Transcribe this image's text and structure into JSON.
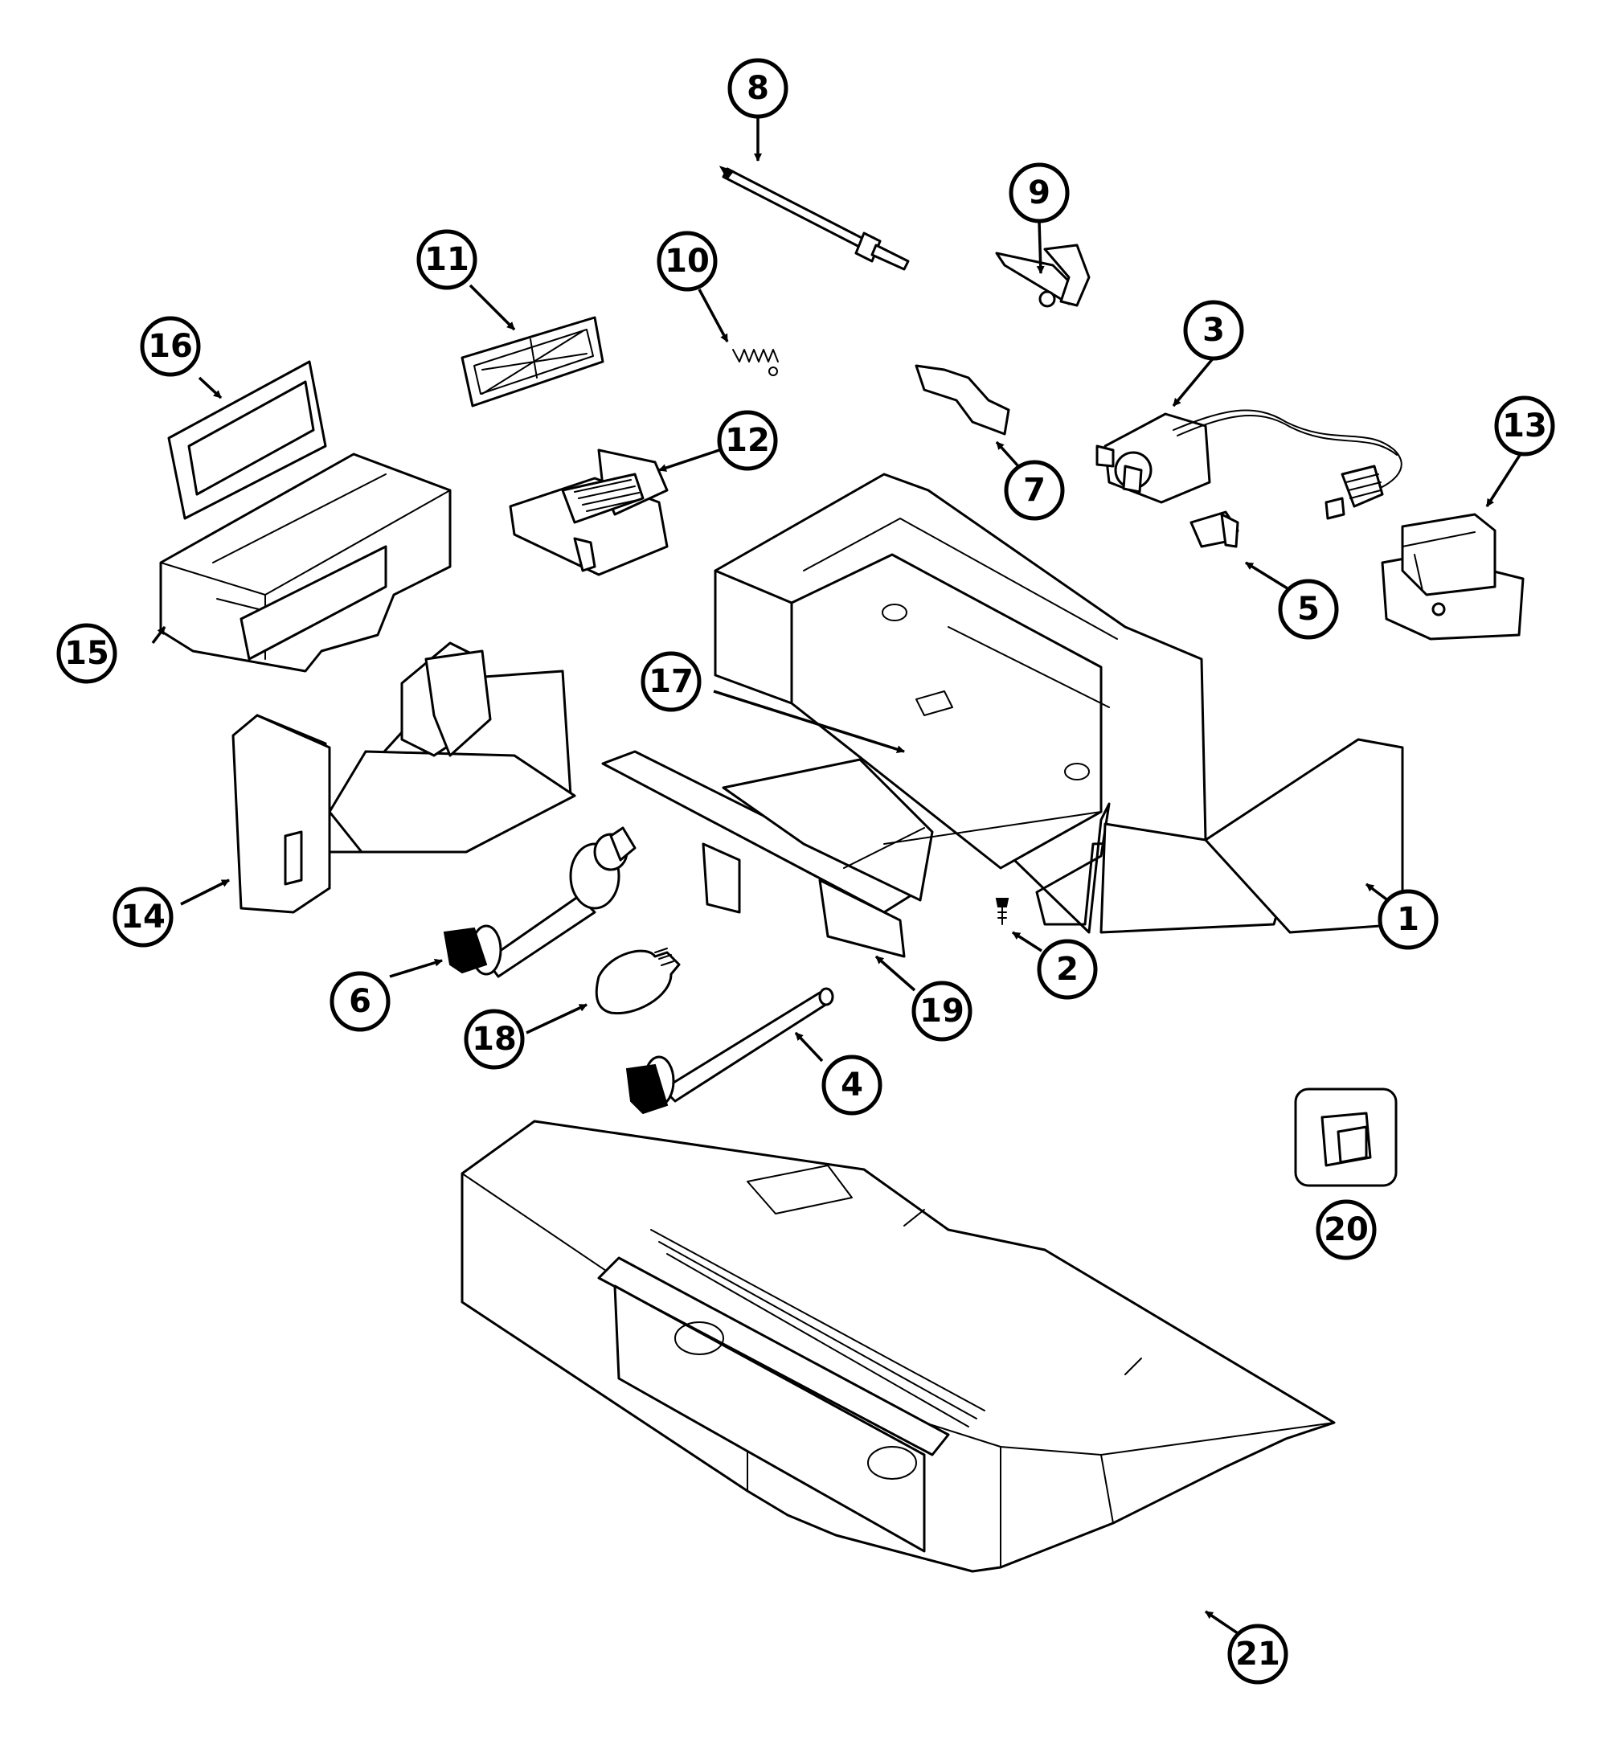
{
  "diagram": {
    "callouts": [
      {
        "id": "c1",
        "label": "1"
      },
      {
        "id": "c2",
        "label": "2"
      },
      {
        "id": "c3",
        "label": "3"
      },
      {
        "id": "c4",
        "label": "4"
      },
      {
        "id": "c5",
        "label": "5"
      },
      {
        "id": "c6",
        "label": "6"
      },
      {
        "id": "c7",
        "label": "7"
      },
      {
        "id": "c8",
        "label": "8"
      },
      {
        "id": "c9",
        "label": "9"
      },
      {
        "id": "c10",
        "label": "10"
      },
      {
        "id": "c11",
        "label": "11"
      },
      {
        "id": "c12",
        "label": "12"
      },
      {
        "id": "c13",
        "label": "13"
      },
      {
        "id": "c14",
        "label": "14"
      },
      {
        "id": "c15",
        "label": "15"
      },
      {
        "id": "c16",
        "label": "16"
      },
      {
        "id": "c17",
        "label": "17"
      },
      {
        "id": "c18",
        "label": "18"
      },
      {
        "id": "c19",
        "label": "19"
      },
      {
        "id": "c20",
        "label": "20"
      },
      {
        "id": "c21",
        "label": "21"
      }
    ]
  },
  "colors": {
    "line": "#000000",
    "background": "#ffffff"
  }
}
